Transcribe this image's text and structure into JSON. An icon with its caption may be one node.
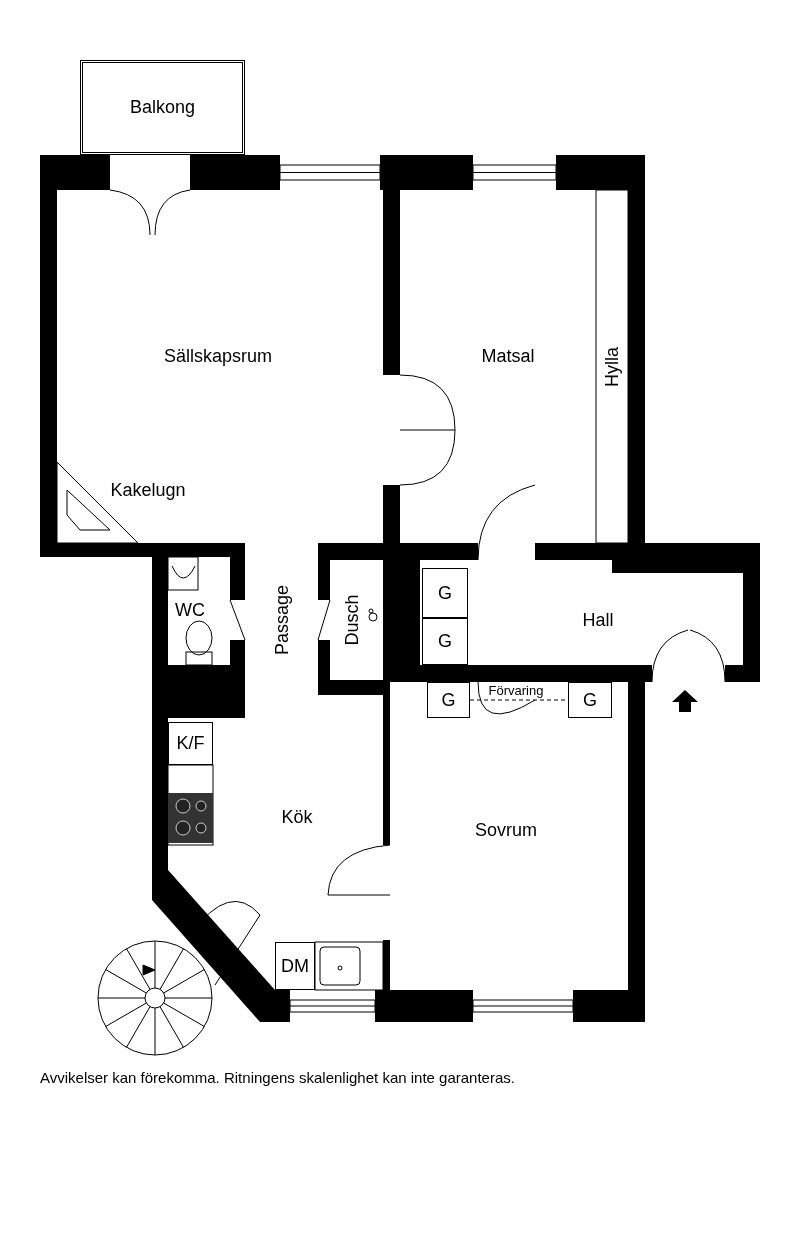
{
  "diagram": {
    "caption": "Avvikelser kan förekomma. Ritningens skalenlighet kan inte garanteras.",
    "nodes": [
      {
        "text": [
          "Balkong"
        ]
      },
      {
        "text": [
          "G"
        ]
      },
      {
        "text": [
          "G"
        ]
      },
      {
        "text": [
          "G"
        ]
      },
      {
        "text": [
          "G"
        ]
      },
      {
        "text": [
          "K/F"
        ]
      },
      {
        "text": [
          "DM"
        ]
      }
    ],
    "labels": [
      "Sällskapsrum",
      "Matsal",
      "Hylla",
      "Kakelugn",
      "WC",
      "Passage",
      "Dusch",
      "Hall",
      "Förvaring",
      "Kök",
      "Sovrum"
    ]
  }
}
